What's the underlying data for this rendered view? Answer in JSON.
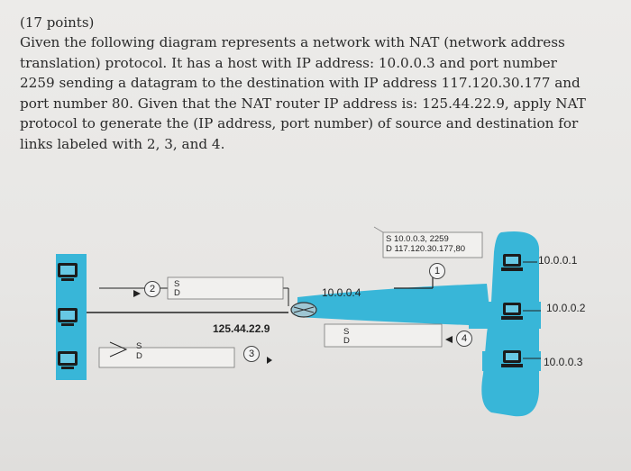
{
  "question": {
    "points": "(17 points)",
    "body": "Given the following diagram represents a network with NAT (network address\ntranslation) protocol. It has a host with IP address: 10.0.0.3 and port number\n2259 sending a datagram to the destination with IP address 117.120.30.177 and\nport number 80. Given that the NAT router IP address is: 125.44.22.9, apply NAT\nprotocol to generate the (IP address, port number) of source and destination for\nlinks labeled with 2, 3, and 4."
  },
  "diagram": {
    "packet_1": {
      "s": "S  10.0.0.3, 2259",
      "d": "D  117.120.30.177,80"
    },
    "router_inside_ip": "10.0.0.4",
    "router_outside_ip": "125.44.22.9",
    "hosts": [
      "10.0.0.1",
      "10.0.0.2",
      "10.0.0.3"
    ],
    "link_labels": [
      "1",
      "2",
      "3",
      "4"
    ],
    "sd_s": "S",
    "sd_d": "D",
    "colors": {
      "lan": "#38b6d8",
      "paper": "#ecebe9"
    }
  }
}
